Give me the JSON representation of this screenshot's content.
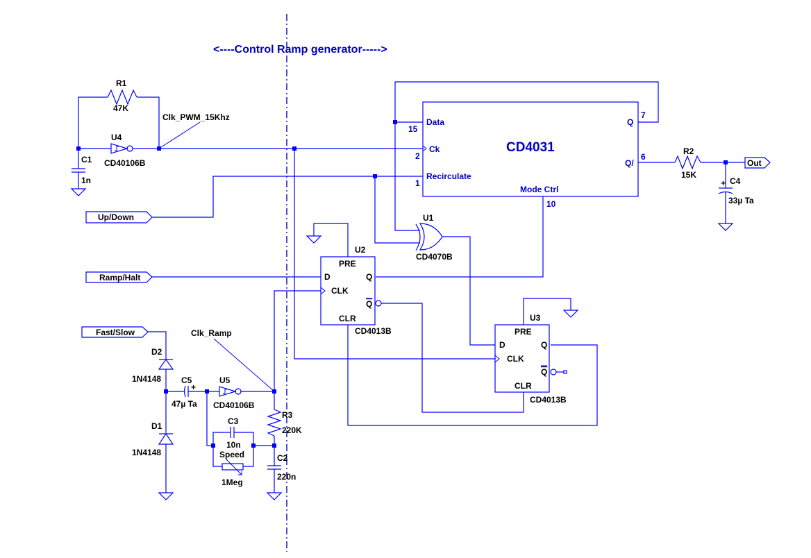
{
  "title": "<----Control  Ramp generator----->",
  "nets": {
    "clk_pwm": "Clk_PWM_15Khz",
    "clk_ramp": "Clk_Ramp"
  },
  "ports": {
    "up_down": "Up/Down",
    "ramp_halt": "Ramp/Halt",
    "fast_slow": "Fast/Slow",
    "out": "Out"
  },
  "components": {
    "R1": {
      "ref": "R1",
      "value": "47K"
    },
    "R2": {
      "ref": "R2",
      "value": "15K"
    },
    "R3": {
      "ref": "R3",
      "value": "220K"
    },
    "C1": {
      "ref": "C1",
      "value": "1n"
    },
    "C2": {
      "ref": "C2",
      "value": "220n"
    },
    "C3": {
      "ref": "C3",
      "value": "10n"
    },
    "C4": {
      "ref": "C4",
      "value": "33µ Ta"
    },
    "C5": {
      "ref": "C5",
      "value": "47µ Ta"
    },
    "D1": {
      "ref": "D1",
      "value": "1N4148"
    },
    "D2": {
      "ref": "D2",
      "value": "1N4148"
    },
    "U1": {
      "ref": "U1",
      "value": "CD4070B"
    },
    "U2": {
      "ref": "U2",
      "value": "CD4013B"
    },
    "U3": {
      "ref": "U3",
      "value": "CD4013B"
    },
    "U4": {
      "ref": "U4",
      "value": "CD40106B"
    },
    "U5": {
      "ref": "U5",
      "value": "CD40106B"
    },
    "POT": {
      "ref": "Speed",
      "value": "1Meg"
    }
  },
  "cd4031": {
    "name": "CD4031",
    "pins": {
      "data": {
        "label": "Data",
        "num": "15"
      },
      "ck": {
        "label": "Ck",
        "num": "2"
      },
      "recirculate": {
        "label": "Recirculate",
        "num": "1"
      },
      "mode_ctrl": {
        "label": "Mode Ctrl",
        "num": "10"
      },
      "q": {
        "label": "Q",
        "num": "7"
      },
      "qbar": {
        "label": "Q/",
        "num": "6"
      }
    }
  },
  "flipflop_pins": {
    "pre": "PRE",
    "clr": "CLR",
    "d": "D",
    "clk": "CLK",
    "q": "Q",
    "qbar": "Q"
  },
  "colors": {
    "wire": "#0000ff",
    "label": "#000000",
    "annotation": "#0000c0",
    "background": "#ffffff"
  }
}
